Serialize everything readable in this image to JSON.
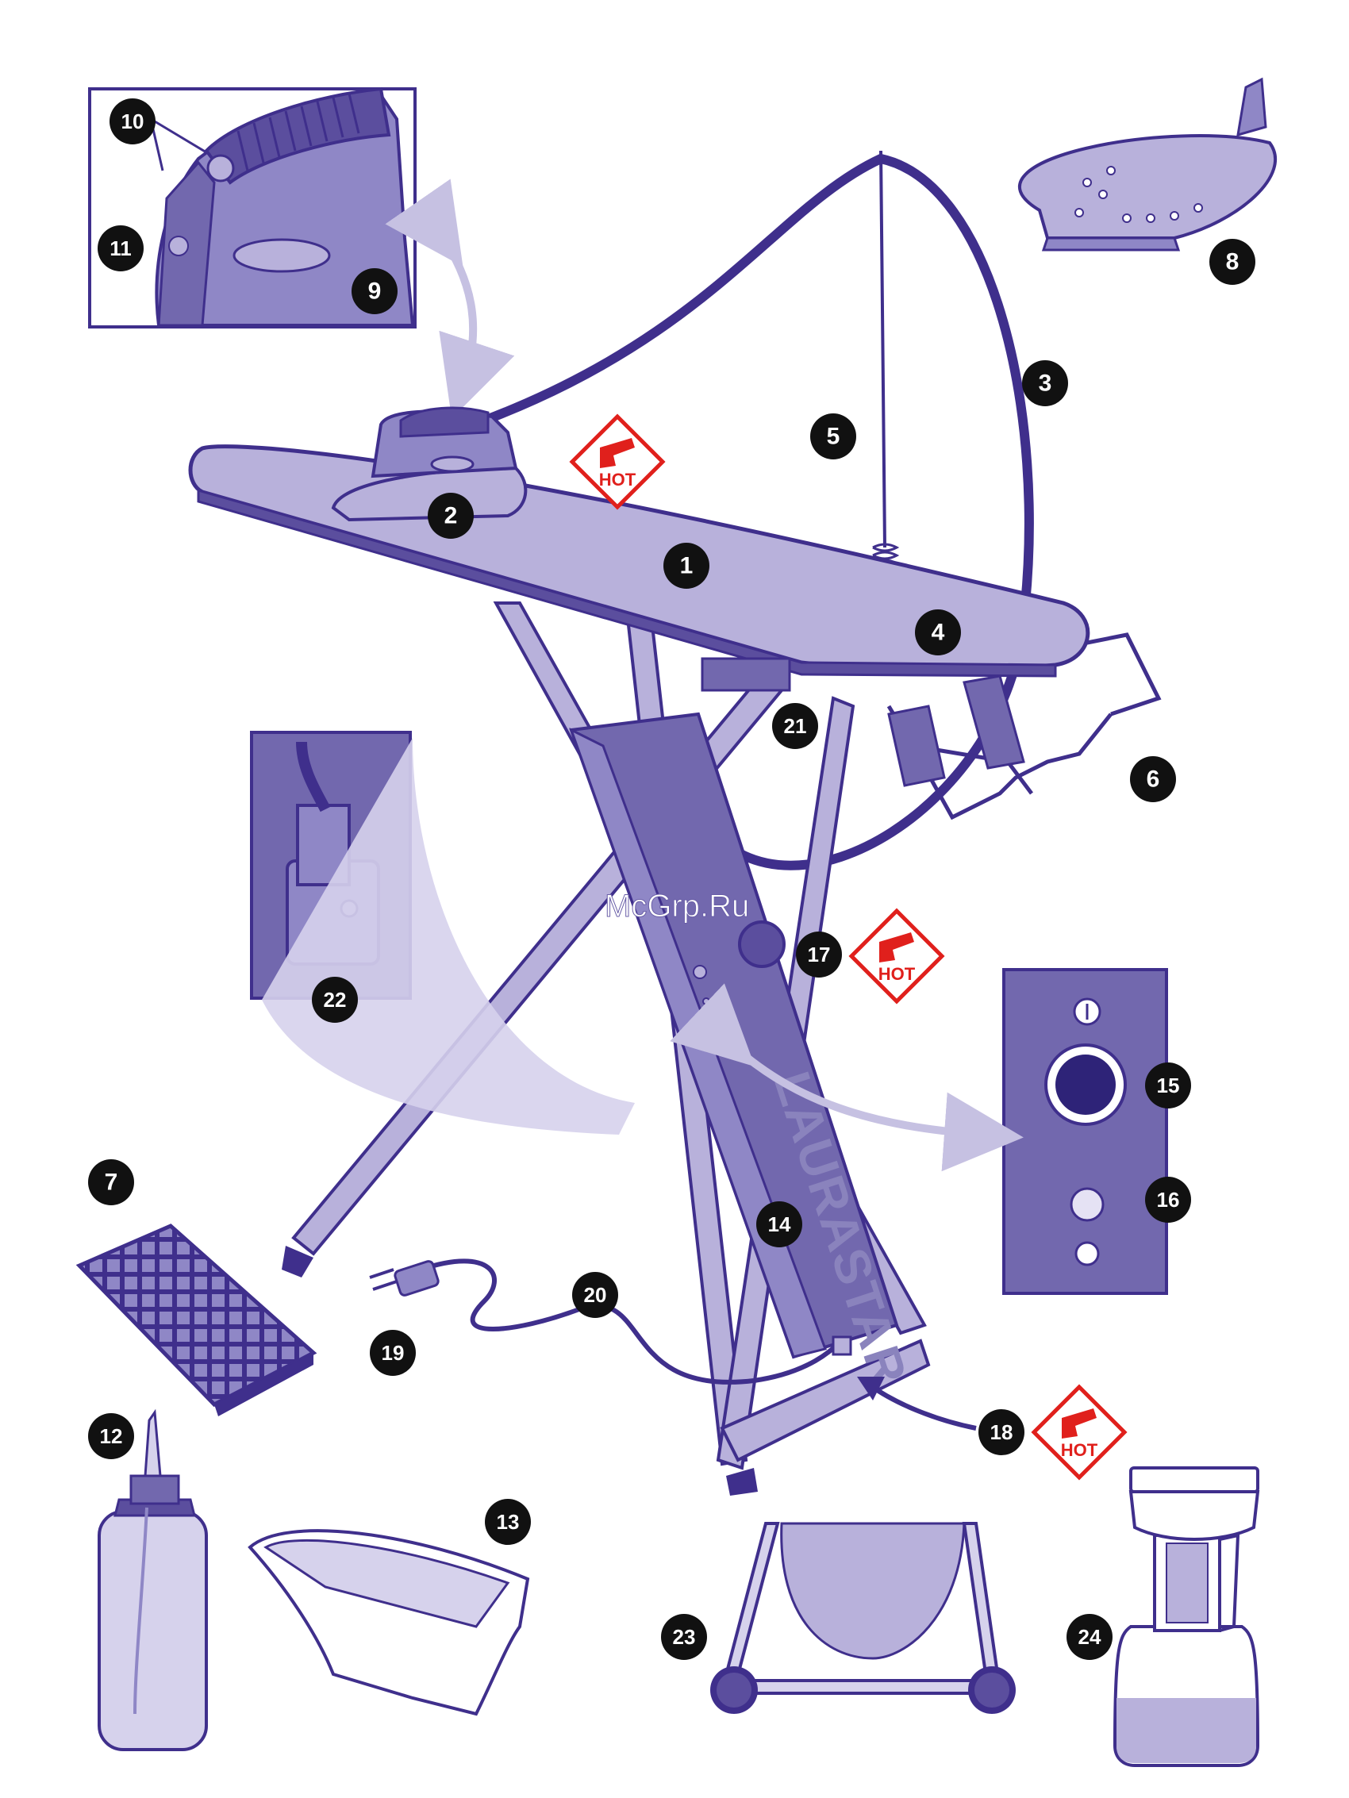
{
  "diagram": {
    "brand_label": "LAURASTAR",
    "hot_label": "HOT",
    "watermark": "McGrp.Ru",
    "colors": {
      "line": "#3f2f8c",
      "fill_light": "#b8b1db",
      "fill_mid": "#8f87c6",
      "fill_dark": "#7268ae",
      "hot_red": "#e0201c",
      "badge": "#111111"
    },
    "callouts": [
      "1",
      "2",
      "3",
      "4",
      "5",
      "6",
      "7",
      "8",
      "9",
      "10",
      "11",
      "12",
      "13",
      "14",
      "15",
      "16",
      "17",
      "18",
      "19",
      "20",
      "21",
      "22",
      "23",
      "24"
    ]
  }
}
